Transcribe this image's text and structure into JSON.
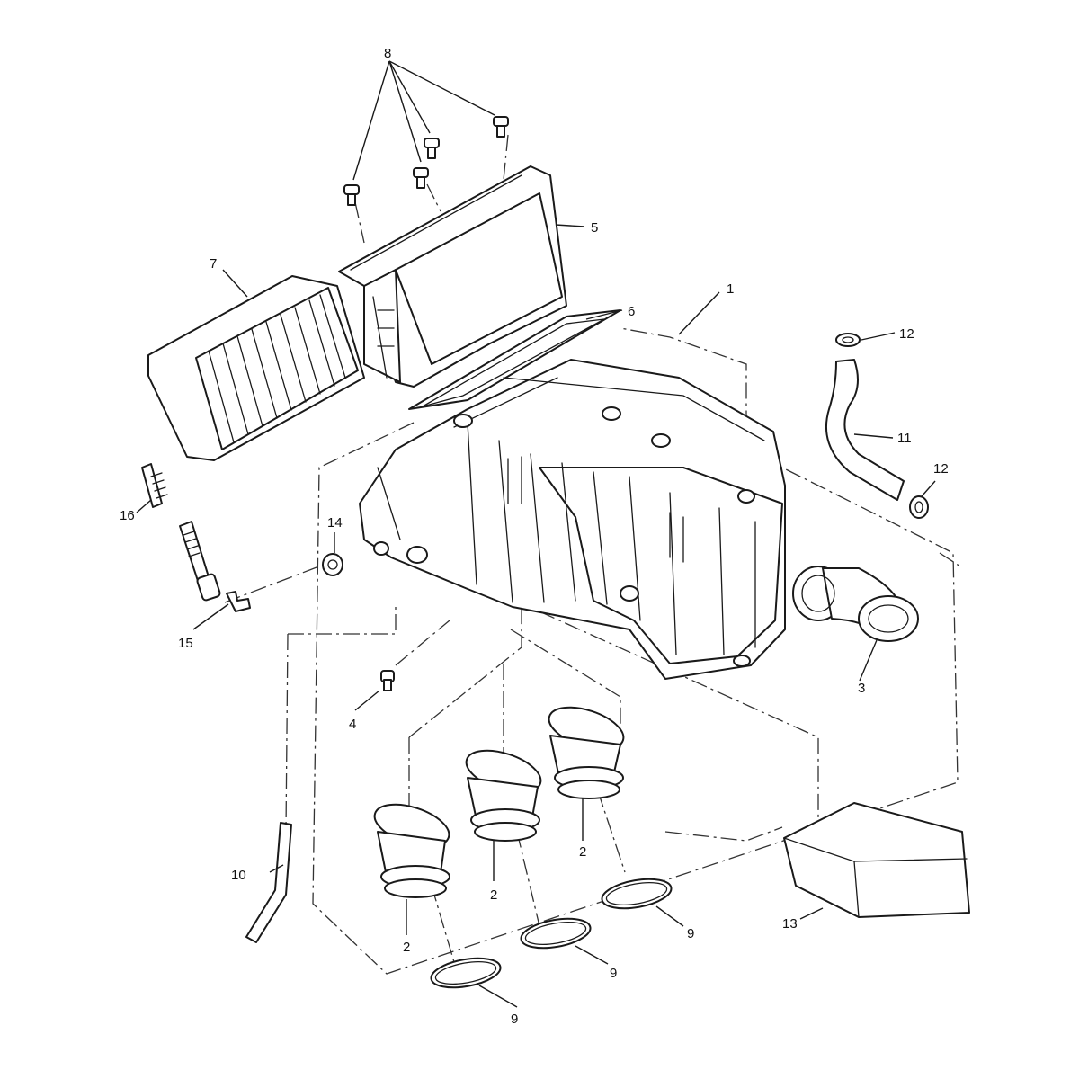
{
  "diagram": {
    "callouts": [
      {
        "id": "c1",
        "label": "1"
      },
      {
        "id": "c2a",
        "label": "2"
      },
      {
        "id": "c2b",
        "label": "2"
      },
      {
        "id": "c2c",
        "label": "2"
      },
      {
        "id": "c3",
        "label": "3"
      },
      {
        "id": "c4",
        "label": "4"
      },
      {
        "id": "c5",
        "label": "5"
      },
      {
        "id": "c6",
        "label": "6"
      },
      {
        "id": "c7",
        "label": "7"
      },
      {
        "id": "c8",
        "label": "8"
      },
      {
        "id": "c9a",
        "label": "9"
      },
      {
        "id": "c9b",
        "label": "9"
      },
      {
        "id": "c9c",
        "label": "9"
      },
      {
        "id": "c10",
        "label": "10"
      },
      {
        "id": "c11",
        "label": "11"
      },
      {
        "id": "c12a",
        "label": "12"
      },
      {
        "id": "c12b",
        "label": "12"
      },
      {
        "id": "c13",
        "label": "13"
      },
      {
        "id": "c14",
        "label": "14"
      },
      {
        "id": "c15",
        "label": "15"
      },
      {
        "id": "c16",
        "label": "16"
      }
    ]
  }
}
